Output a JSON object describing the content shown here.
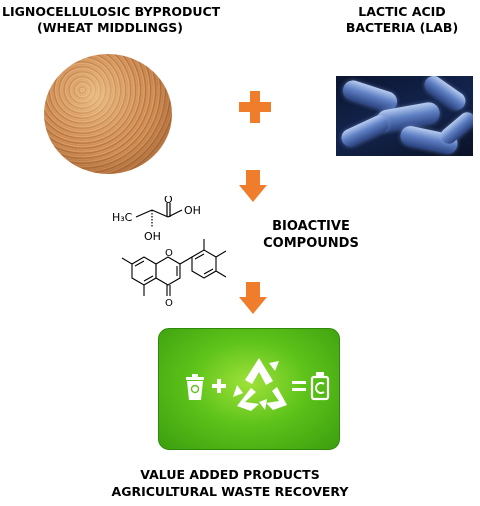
{
  "labels": {
    "byproduct_line1": "LIGNOCELLULOSIC BYPRODUCT",
    "byproduct_line2": "(WHEAT MIDDLINGS)",
    "lab_line1": "LACTIC ACID",
    "lab_line2": "BACTERIA (LAB)",
    "bioactive_line1": "BIOACTIVE",
    "bioactive_line2": "COMPOUNDS",
    "products_line1": "VALUE ADDED PRODUCTS",
    "products_line2": "AGRICULTURAL WASTE RECOVERY"
  },
  "chemistry": {
    "methyl_group": "H₃C",
    "hydroxyl": "OH",
    "carbonyl_oxygen": "O",
    "ring_oxygen": "O",
    "ketone_oxygen": "O"
  },
  "icons": [
    "wheat-middlings-image",
    "lactic-acid-bacteria-image",
    "plus-icon",
    "down-arrow-icon",
    "trash-bin-icon",
    "recycle-icon",
    "equals-icon",
    "product-icon"
  ],
  "colors": {
    "arrow": "#ef7d2c",
    "box_green": "#5ec31a",
    "icon_white": "#ffffff"
  }
}
